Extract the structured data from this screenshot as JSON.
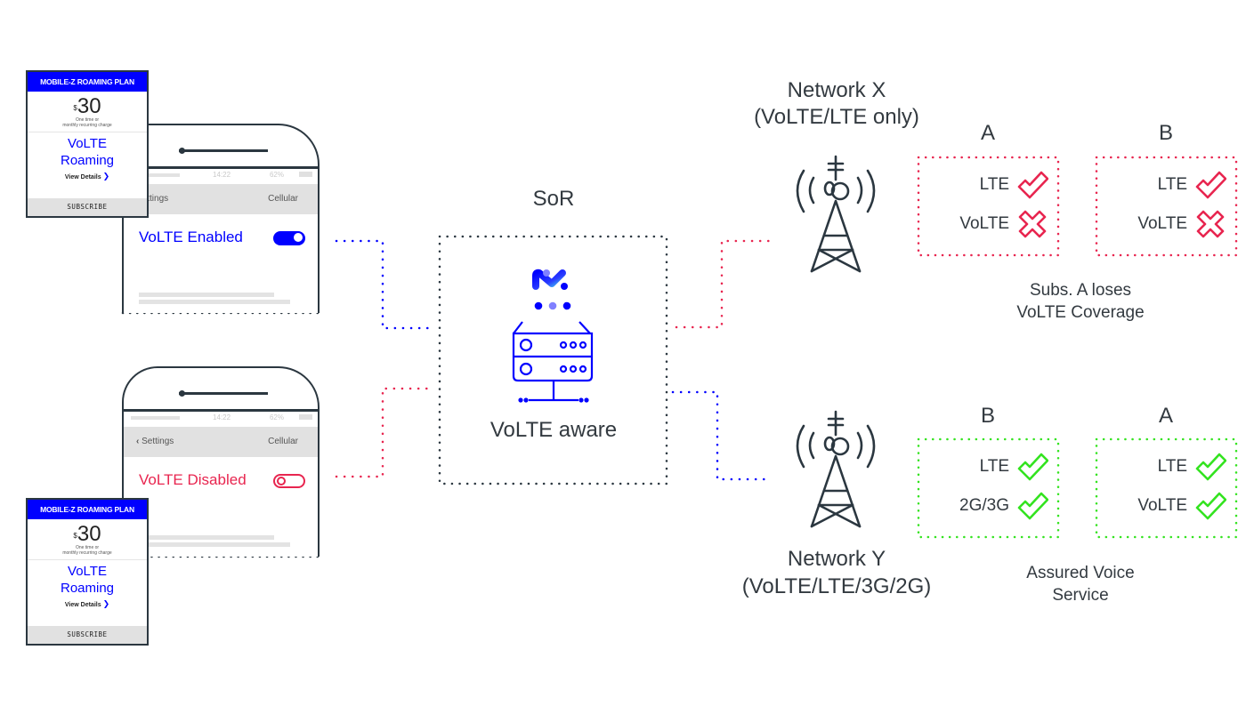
{
  "colors": {
    "blue": "#0000ff",
    "red": "#e8254f",
    "green": "#33e31f",
    "dark": "#2b3740",
    "text": "#333a40",
    "panel_gray": "#e1e1e1"
  },
  "phones": [
    {
      "status_time": "14:22",
      "status_battery": "62%",
      "nav_back": "Settings",
      "nav_title": "Cellular",
      "setting_label": "VoLTE Enabled",
      "toggle_state": "on",
      "accent": "blue"
    },
    {
      "status_time": "14:22",
      "status_battery": "62%",
      "nav_back": "Settings",
      "nav_title": "Cellular",
      "setting_label": "VoLTE Disabled",
      "toggle_state": "off",
      "accent": "red"
    }
  ],
  "plan_cards": [
    {
      "header": "MOBILE-Z ROAMING PLAN",
      "currency": "$",
      "price": "30",
      "note_line1": "One time or",
      "note_line2": "monthly recurring charge",
      "title_line1": "VoLTE",
      "title_line2": "Roaming",
      "details_label": "View Details",
      "subscribe_label": "SUBSCRIBE"
    },
    {
      "header": "MOBILE-Z ROAMING PLAN",
      "currency": "$",
      "price": "30",
      "note_line1": "One time or",
      "note_line2": "monthly recurring charge",
      "title_line1": "VoLTE",
      "title_line2": "Roaming",
      "details_label": "View Details",
      "subscribe_label": "SUBSCRIBE"
    }
  ],
  "sor": {
    "title": "SoR",
    "caption": "VoLTE aware",
    "logo_icon": "brand-m-logo-icon",
    "server_icon": "server-rack-icon"
  },
  "networks": [
    {
      "name": "Network X",
      "subtitle": "(VoLTE/LTE only)",
      "icon": "cell-tower-icon",
      "subscribers": [
        {
          "label": "A",
          "accent": "red",
          "services": [
            {
              "name": "LTE",
              "status": "ok"
            },
            {
              "name": "VoLTE",
              "status": "fail"
            }
          ]
        },
        {
          "label": "B",
          "accent": "red",
          "services": [
            {
              "name": "LTE",
              "status": "ok"
            },
            {
              "name": "VoLTE",
              "status": "fail"
            }
          ]
        }
      ],
      "caption_line1": "Subs. A loses",
      "caption_line2": "VoLTE Coverage"
    },
    {
      "name": "Network Y",
      "subtitle": "(VoLTE/LTE/3G/2G)",
      "icon": "cell-tower-icon",
      "subscribers": [
        {
          "label": "B",
          "accent": "green",
          "services": [
            {
              "name": "LTE",
              "status": "ok"
            },
            {
              "name": "2G/3G",
              "status": "ok"
            }
          ]
        },
        {
          "label": "A",
          "accent": "green",
          "services": [
            {
              "name": "LTE",
              "status": "ok"
            },
            {
              "name": "VoLTE",
              "status": "ok"
            }
          ]
        }
      ],
      "caption_line1": "Assured Voice",
      "caption_line2": "Service"
    }
  ]
}
